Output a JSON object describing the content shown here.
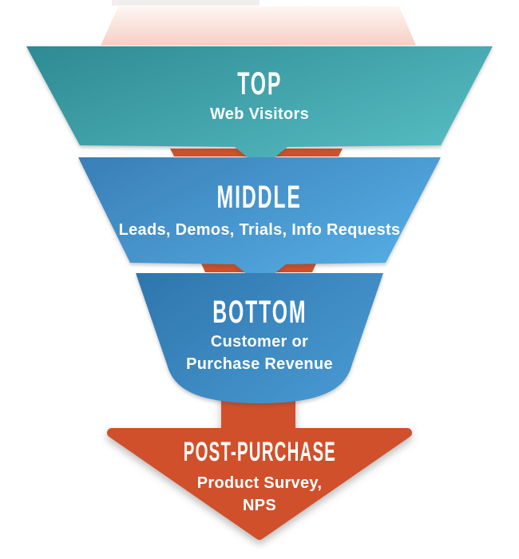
{
  "stages": [
    {
      "id": "top",
      "label": "TOP",
      "sublines": [
        "Web Visitors"
      ]
    },
    {
      "id": "middle",
      "label": "MIDDLE",
      "sublines": [
        "Leads, Demos, Trials, Info Requests"
      ]
    },
    {
      "id": "bottom",
      "label": "BOTTOM",
      "sublines": [
        "Customer or",
        "Purchase Revenue"
      ]
    },
    {
      "id": "post",
      "label": "POST-PURCHASE",
      "sublines": [
        "Product Survey,",
        "NPS"
      ]
    }
  ],
  "colors": {
    "teal_dark": "#2e8a93",
    "teal_light": "#55bac1",
    "middle_blue_dark": "#3a7eb6",
    "middle_blue_light": "#55ace4",
    "bottom_blue_dark": "#2e75ad",
    "bottom_blue_light": "#4897d0",
    "orange": "#d0502b",
    "glow_pink_top": "#fdf6f3",
    "glow_pink_bottom": "#f7cfc4",
    "top_shadow_grey": "#e5e0de",
    "text": "#ffffff",
    "background": "#ffffff"
  }
}
